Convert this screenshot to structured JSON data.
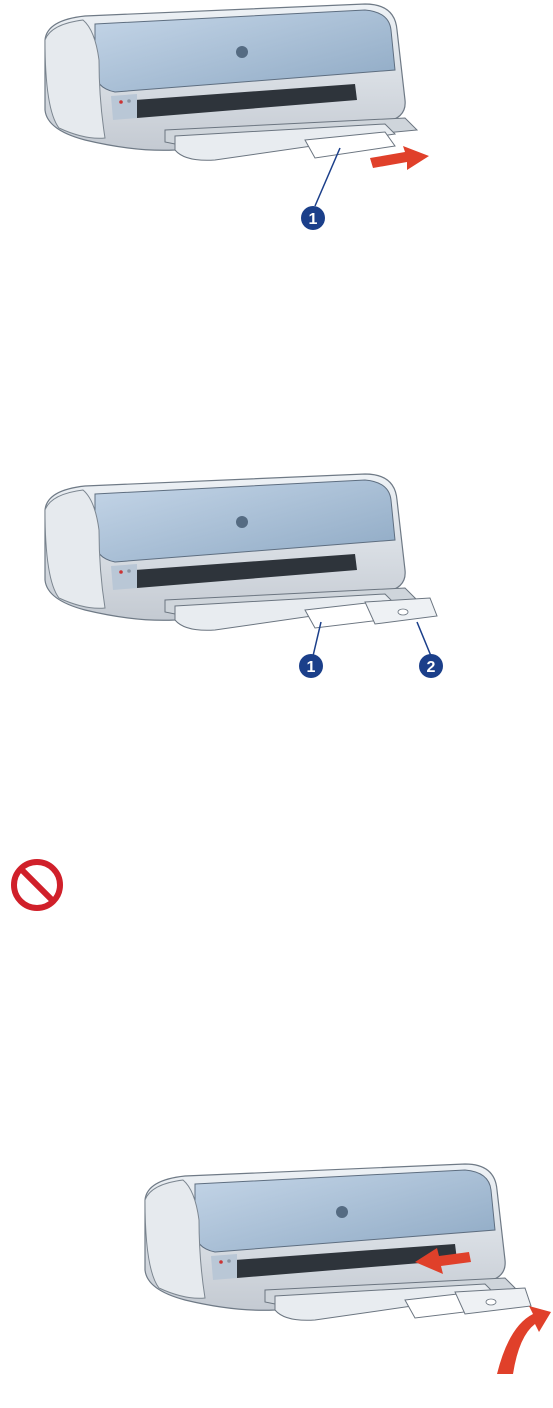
{
  "figures": [
    {
      "callouts": [
        "1"
      ]
    },
    {
      "callouts": [
        "1",
        "2"
      ]
    },
    {
      "callouts": []
    }
  ],
  "warning": {
    "icon": "prohibition-icon",
    "color": "#d0202a"
  },
  "colors": {
    "printer_blue": "#9db4cc",
    "printer_gray": "#d4d8dc",
    "callout_blue": "#1b3f8a",
    "arrow_red": "#e0402a"
  }
}
